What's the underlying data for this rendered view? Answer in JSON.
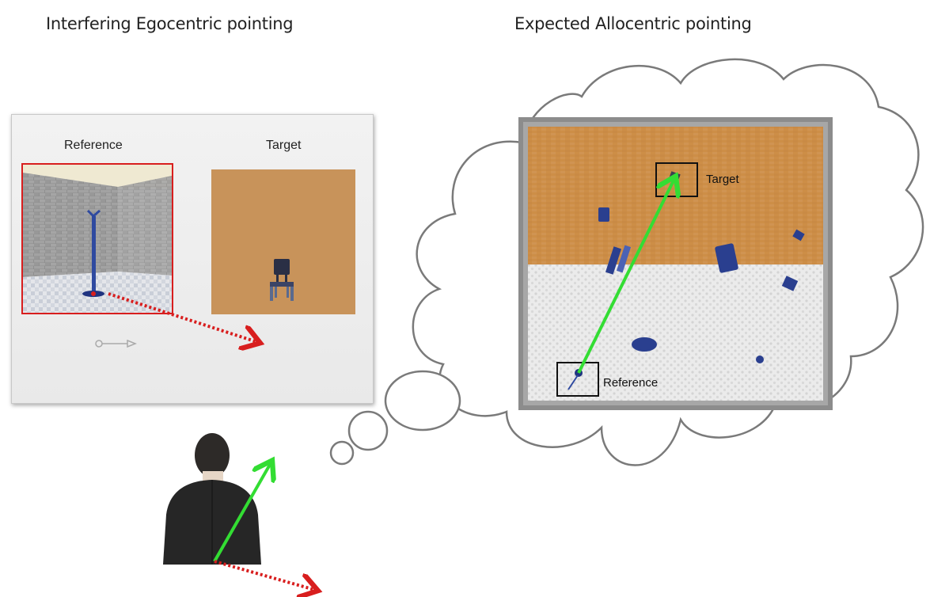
{
  "headings": {
    "left": "Interfering Egocentric pointing",
    "right": "Expected Allocentric pointing"
  },
  "panel": {
    "reference_label": "Reference",
    "target_label": "Target"
  },
  "map": {
    "target_label": "Target",
    "reference_label": "Reference"
  },
  "colors": {
    "egocentric_arrow": "#d81e1e",
    "allocentric_arrow": "#33dd33",
    "wood_floor": "#c8935a",
    "tile_floor": "#e6e6e6",
    "furniture": "#2a3f8f"
  }
}
